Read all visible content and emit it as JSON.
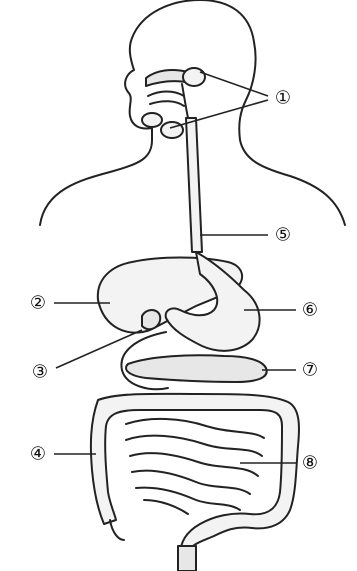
{
  "labels": [
    {
      "id": "1",
      "text": "①"
    },
    {
      "id": "2",
      "text": "②"
    },
    {
      "id": "3",
      "text": "③"
    },
    {
      "id": "4",
      "text": "④"
    },
    {
      "id": "5",
      "text": "⑤"
    },
    {
      "id": "6",
      "text": "⑥"
    },
    {
      "id": "7",
      "text": "⑦"
    },
    {
      "id": "8",
      "text": "⑧"
    }
  ]
}
